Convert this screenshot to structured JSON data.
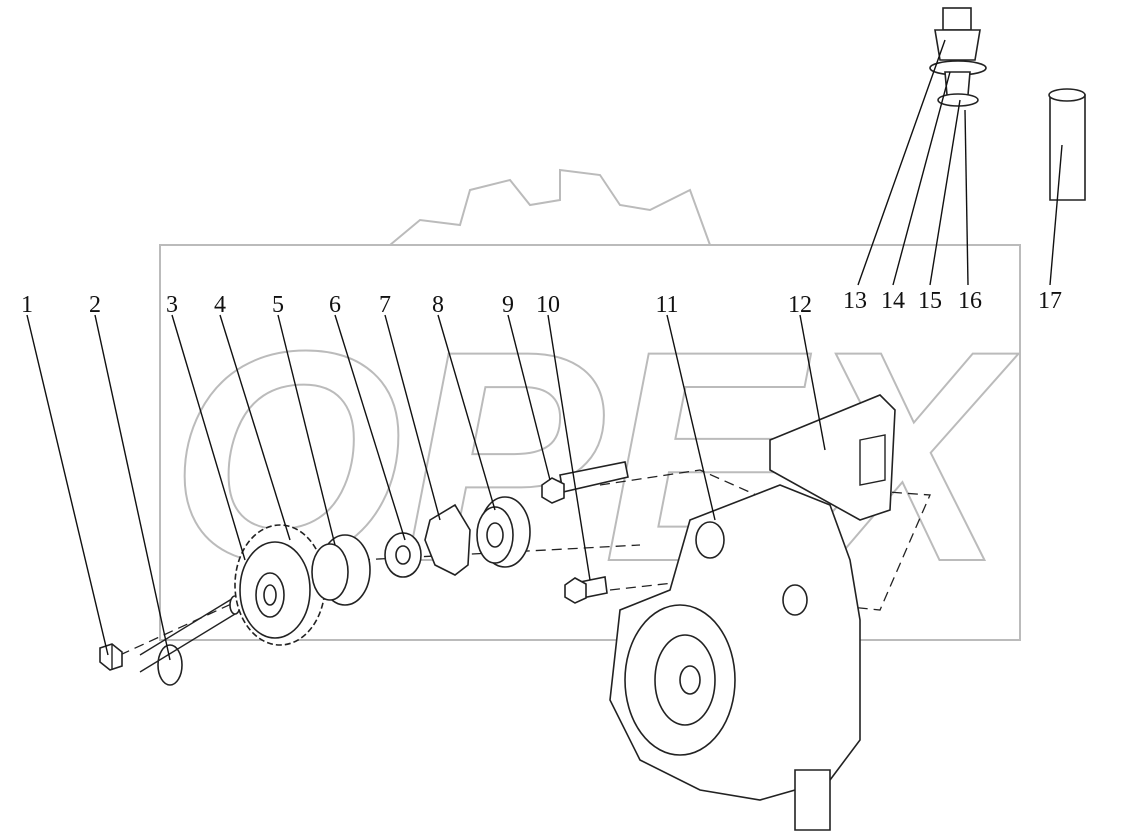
{
  "watermark": "OPEX",
  "callouts": [
    {
      "label": "1"
    },
    {
      "label": "2"
    },
    {
      "label": "3"
    },
    {
      "label": "4"
    },
    {
      "label": "5"
    },
    {
      "label": "6"
    },
    {
      "label": "7"
    },
    {
      "label": "8"
    },
    {
      "label": "9"
    },
    {
      "label": "10"
    },
    {
      "label": "11"
    },
    {
      "label": "12"
    },
    {
      "label": "13"
    },
    {
      "label": "14"
    },
    {
      "label": "15"
    },
    {
      "label": "16"
    },
    {
      "label": "17"
    }
  ],
  "colors": {
    "line": "#222222",
    "watermark": "#bbbbbb",
    "background": "#ffffff"
  }
}
